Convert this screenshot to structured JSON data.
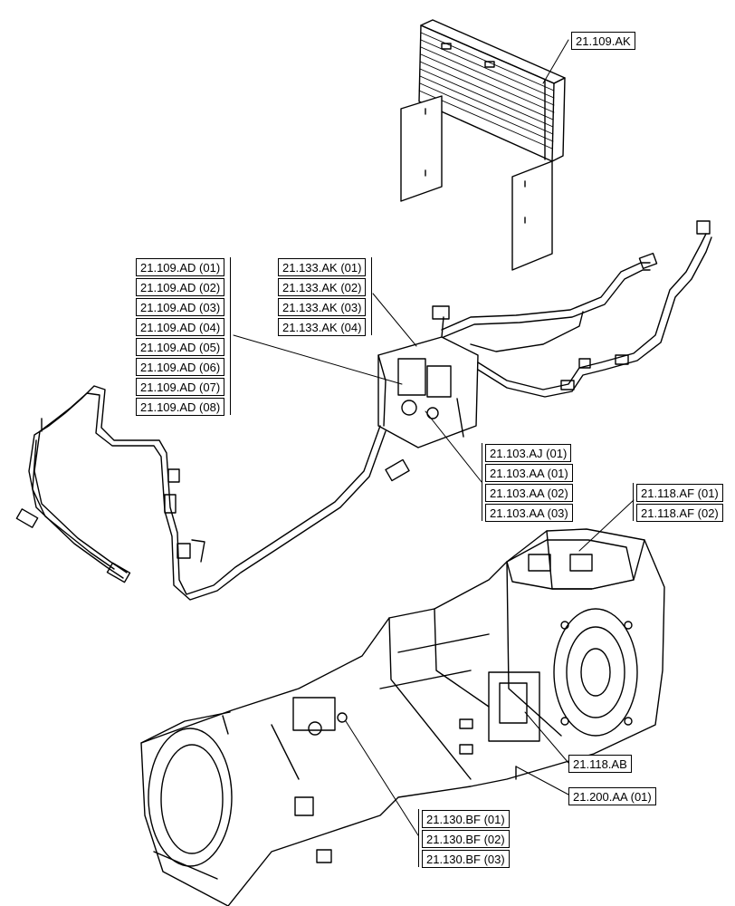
{
  "callouts": {
    "cooler": "21.109.AK",
    "ad": [
      "21.109.AD (01)",
      "21.109.AD (02)",
      "21.109.AD (03)",
      "21.109.AD (04)",
      "21.109.AD (05)",
      "21.109.AD (06)",
      "21.109.AD (07)",
      "21.109.AD (08)"
    ],
    "ak": [
      "21.133.AK (01)",
      "21.133.AK (02)",
      "21.133.AK (03)",
      "21.133.AK (04)"
    ],
    "aj_aa": [
      "21.103.AJ (01)",
      "21.103.AA (01)",
      "21.103.AA (02)",
      "21.103.AA (03)"
    ],
    "af": [
      "21.118.AF (01)",
      "21.118.AF (02)"
    ],
    "ab": "21.118.AB",
    "aa200": "21.200.AA (01)",
    "bf": [
      "21.130.BF (01)",
      "21.130.BF (02)",
      "21.130.BF (03)"
    ]
  }
}
